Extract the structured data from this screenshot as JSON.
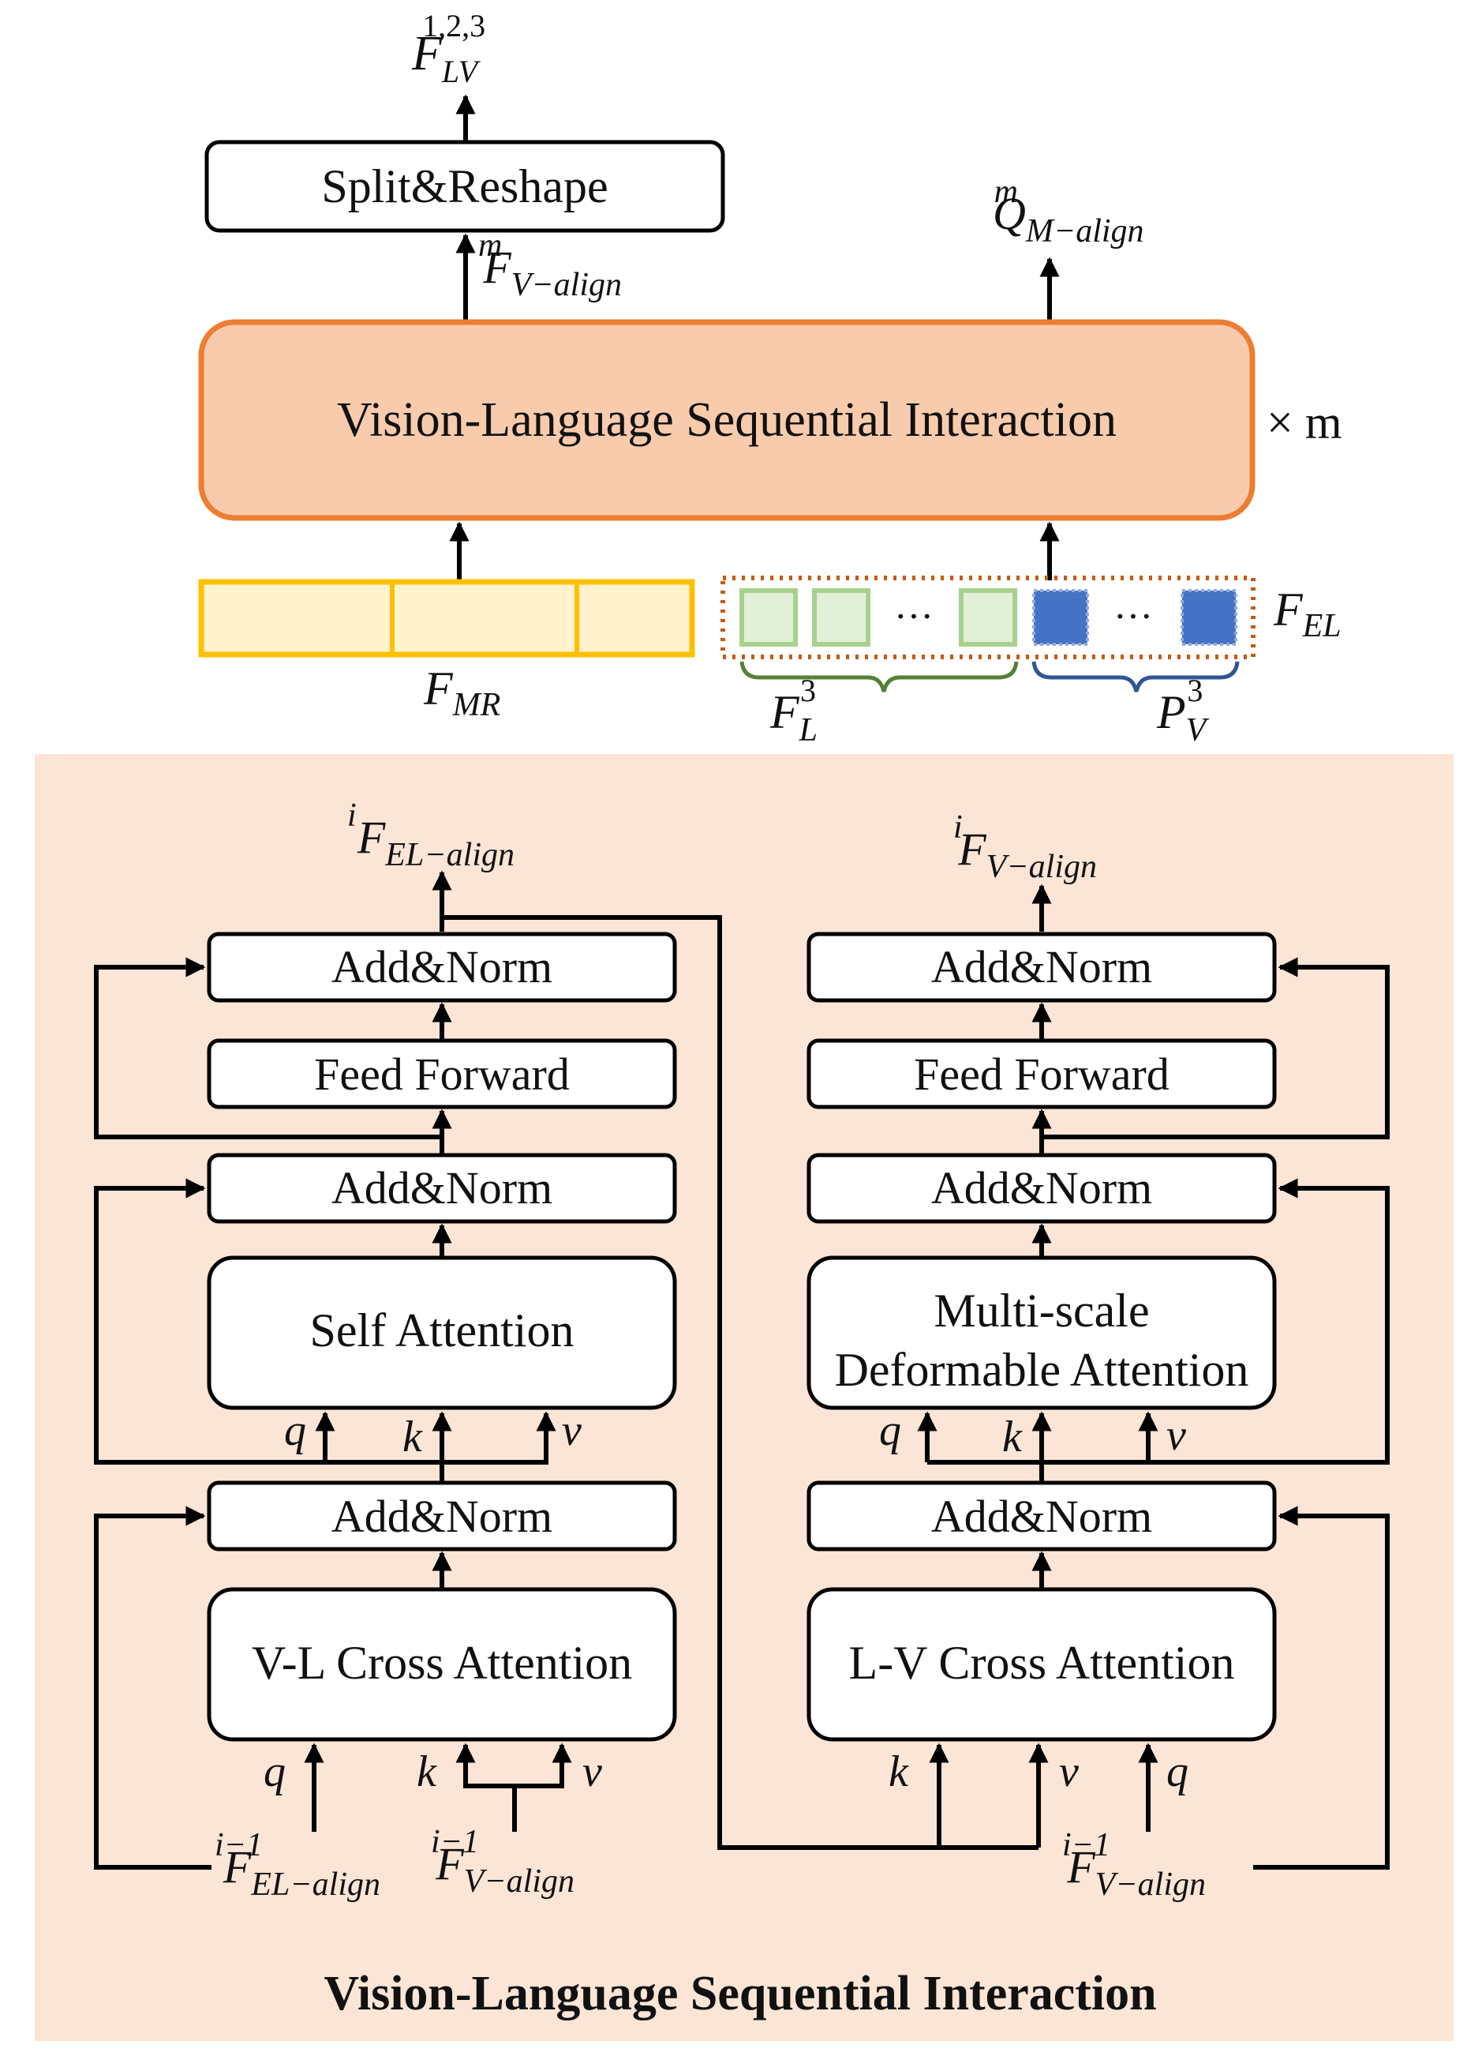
{
  "top": {
    "output_label": "F",
    "output_sub": "LV",
    "output_sup": "1,2,3",
    "split_reshape": "Split&Reshape",
    "f_v_align_label": "F",
    "f_v_align_sub": "V−align",
    "f_v_align_sup": "m",
    "q_m_align_label": "Q",
    "q_m_align_sub": "M−align",
    "q_m_align_sup": "m",
    "vlsi_title": "Vision-Language Sequential Interaction",
    "repeat": "× m",
    "f_mr_label": "F",
    "f_mr_sub": "MR",
    "f_el_label": "F",
    "f_el_sub": "EL",
    "f_l_label": "F",
    "f_l_sub": "L",
    "f_l_sup": "3",
    "p_v_label": "P",
    "p_v_sub": "V",
    "p_v_sup": "3",
    "ellipsis": "···",
    "colors": {
      "orange_block_fill": "#f8cbad",
      "orange_block_stroke": "#ed7d31",
      "yellow_fill": "#fff2cc",
      "yellow_stroke": "#ffc000",
      "green_fill": "#e2f0d9",
      "green_stroke": "#a9d18e",
      "blue_fill": "#4472c4",
      "dotted_border": "#c55a11",
      "brace_green": "#548235",
      "brace_blue": "#2f5597"
    }
  },
  "bottom": {
    "panel_color": "#fbe5d6",
    "caption": "Vision-Language Sequential Interaction",
    "left": {
      "output_label": "F",
      "output_sub": "EL−align",
      "output_sup": "i",
      "add_norm_top": "Add&Norm",
      "feed_forward": "Feed Forward",
      "add_norm_mid": "Add&Norm",
      "self_attention": "Self Attention",
      "add_norm_bottom": "Add&Norm",
      "cross_attention": "V-L Cross Attention",
      "sa_q": "q",
      "sa_k": "k",
      "sa_v": "v",
      "ca_q": "q",
      "ca_k": "k",
      "ca_v": "v",
      "input1_label": "F",
      "input1_sub": "EL−align",
      "input1_sup": "i−1",
      "input2_label": "F",
      "input2_sub": "V−align",
      "input2_sup": "i−1"
    },
    "right": {
      "output_label": "F",
      "output_sub": "V−align",
      "output_sup": "i",
      "add_norm_top": "Add&Norm",
      "feed_forward": "Feed Forward",
      "add_norm_mid": "Add&Norm",
      "msda_line1": "Multi-scale",
      "msda_line2": "Deformable Attention",
      "add_norm_bottom": "Add&Norm",
      "cross_attention": "L-V Cross Attention",
      "da_q": "q",
      "da_k": "k",
      "da_v": "v",
      "ca_k": "k",
      "ca_v": "v",
      "ca_q": "q",
      "input_label": "F",
      "input_sub": "V−align",
      "input_sup": "i−1"
    }
  }
}
